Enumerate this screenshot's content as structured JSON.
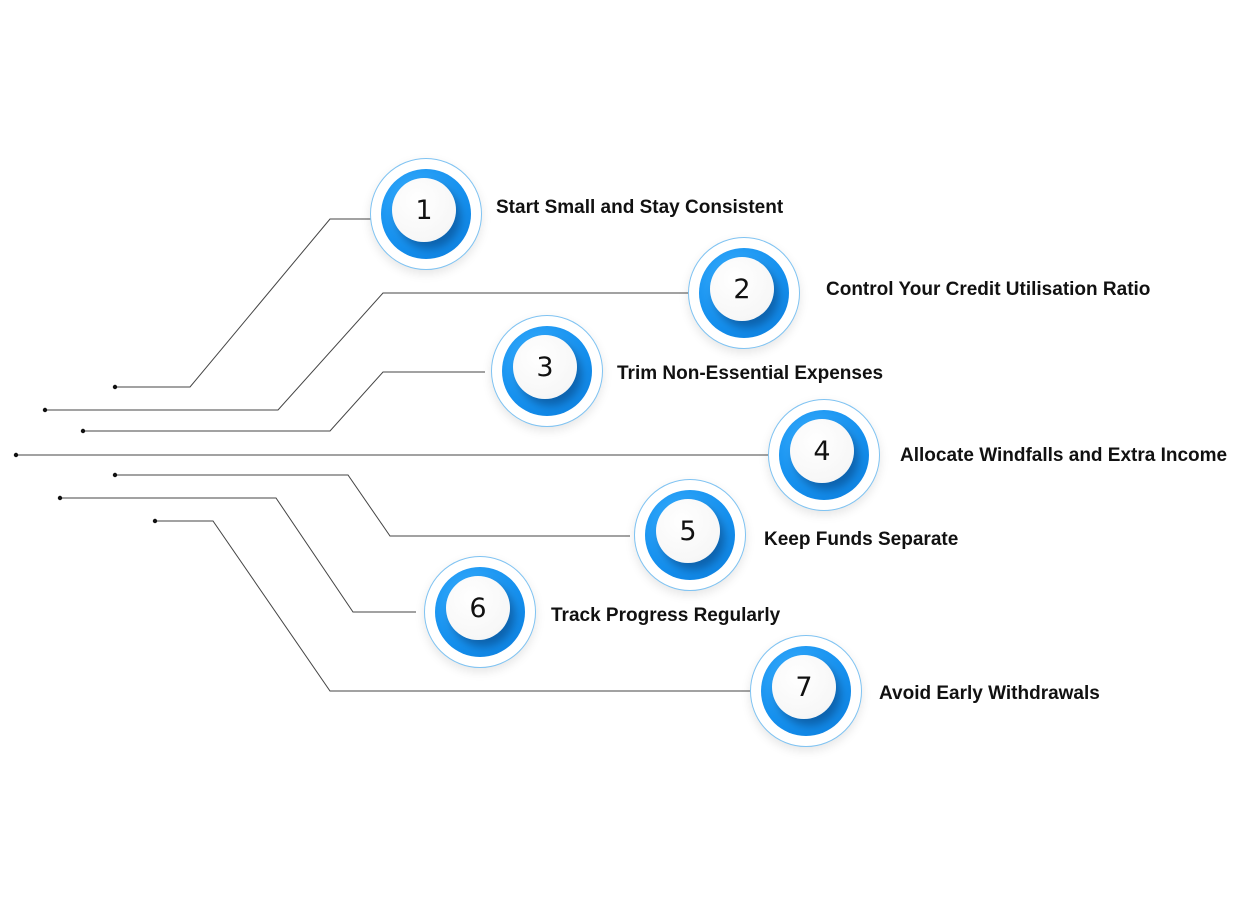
{
  "steps": [
    {
      "number": "1",
      "label": "Start Small and Stay Consistent"
    },
    {
      "number": "2",
      "label": "Control Your Credit Utilisation Ratio"
    },
    {
      "number": "3",
      "label": "Trim Non-Essential Expenses"
    },
    {
      "number": "4",
      "label": "Allocate Windfalls and Extra Income"
    },
    {
      "number": "5",
      "label": "Keep Funds Separate"
    },
    {
      "number": "6",
      "label": "Track Progress Regularly"
    },
    {
      "number": "7",
      "label": "Avoid Early Withdrawals"
    }
  ],
  "colors": {
    "accent": "#1590ee",
    "halo_border": "#7fc3f2",
    "line": "#333333"
  }
}
